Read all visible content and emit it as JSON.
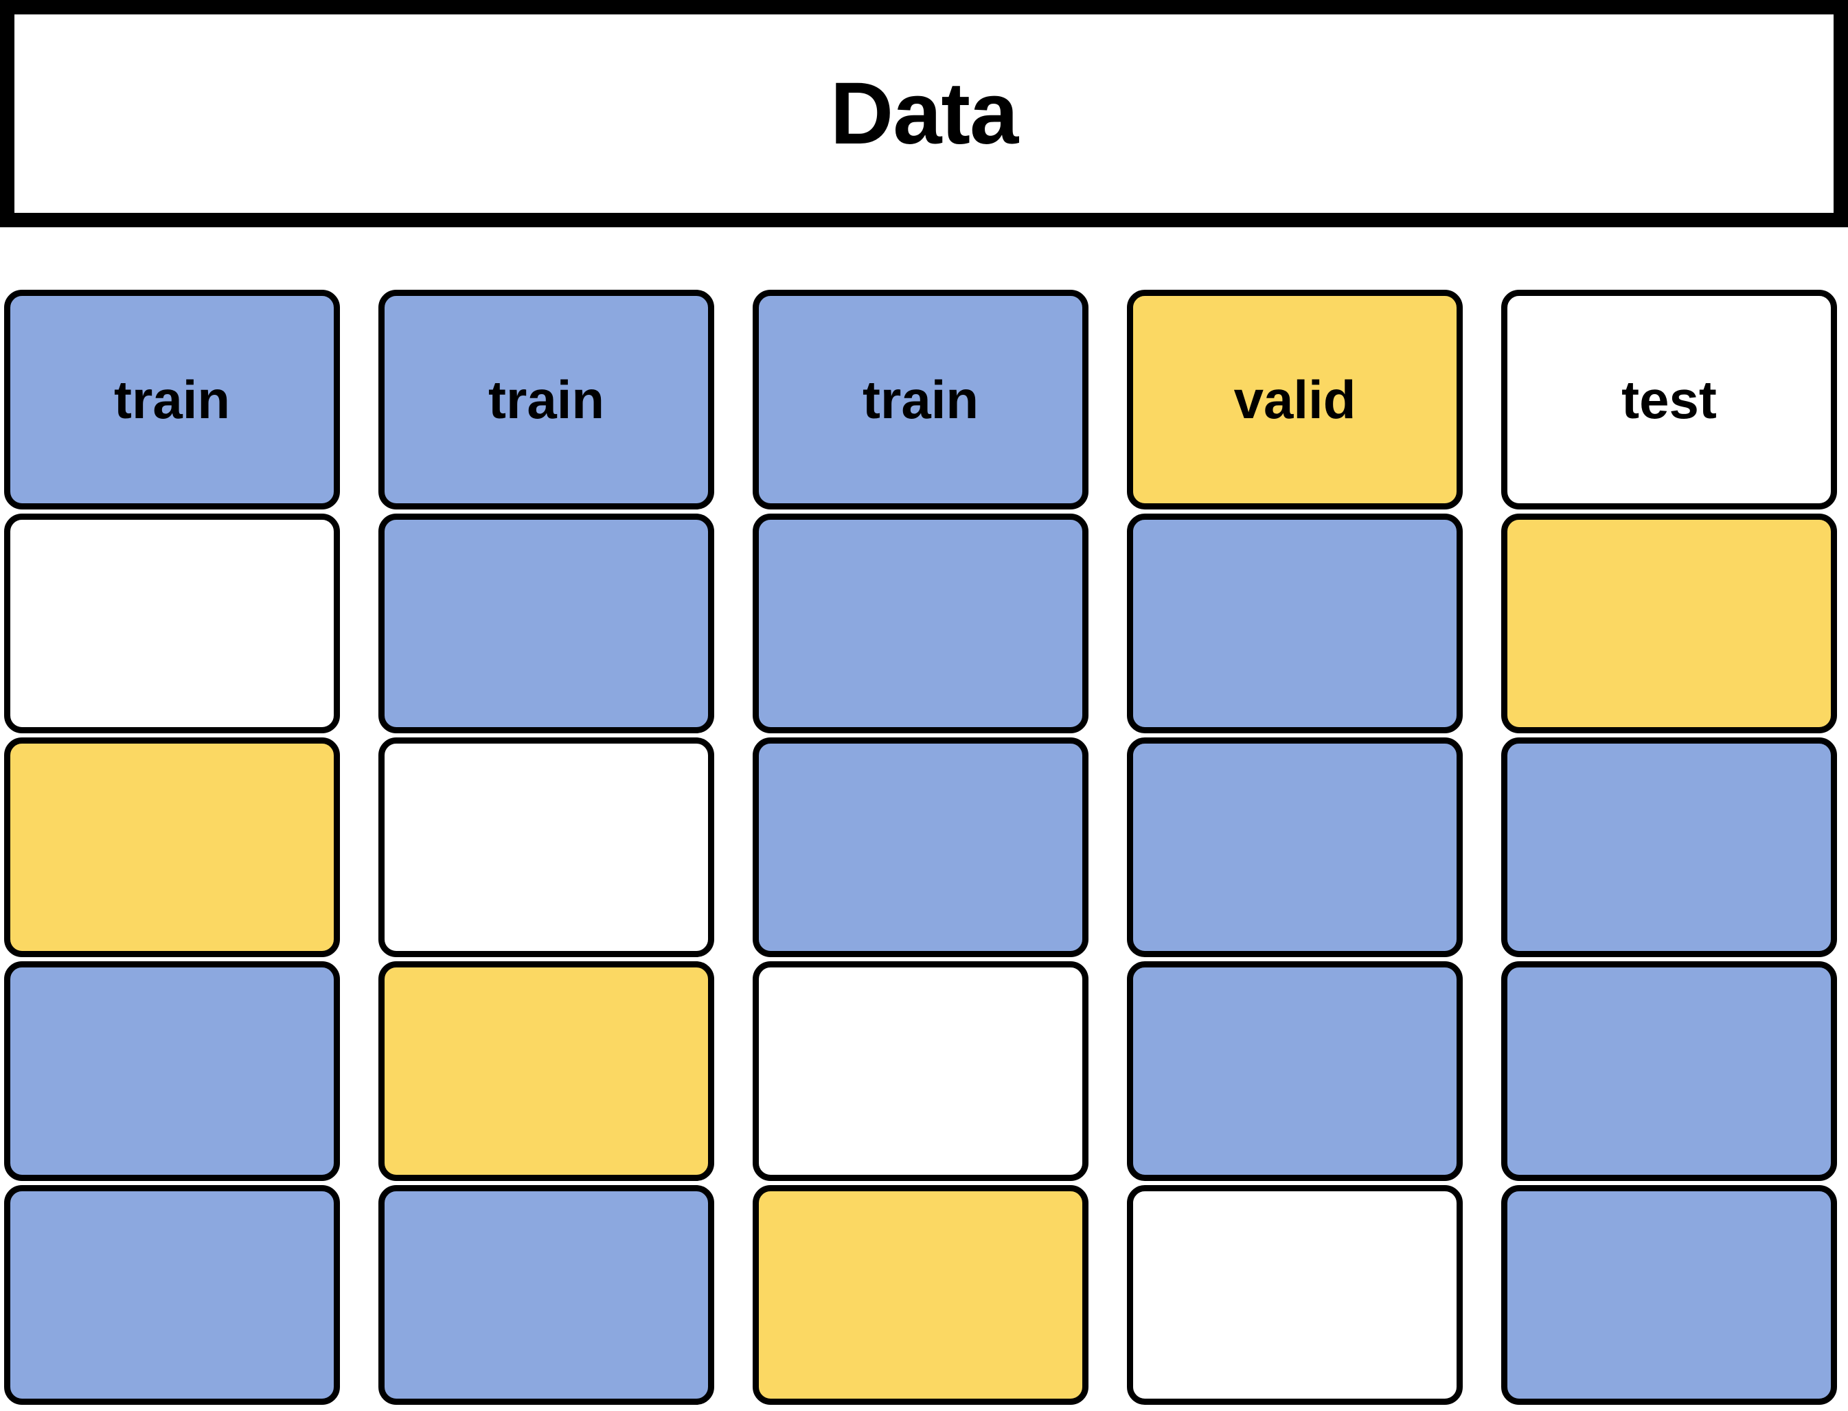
{
  "header": {
    "title": "Data"
  },
  "palette": {
    "train": "#8ca8df",
    "valid": "#fbd863",
    "test": "#ffffff",
    "border": "#000000",
    "background": "#ffffff"
  },
  "legend_labels": {
    "train": "train",
    "valid": "valid",
    "test": "test"
  },
  "grid": {
    "columns": 5,
    "rows": 5,
    "cells": [
      {
        "row": 1,
        "col": 1,
        "role": "train",
        "label": "train"
      },
      {
        "row": 1,
        "col": 2,
        "role": "train",
        "label": "train"
      },
      {
        "row": 1,
        "col": 3,
        "role": "train",
        "label": "train"
      },
      {
        "row": 1,
        "col": 4,
        "role": "valid",
        "label": "valid"
      },
      {
        "row": 1,
        "col": 5,
        "role": "test",
        "label": "test"
      },
      {
        "row": 2,
        "col": 1,
        "role": "test",
        "label": ""
      },
      {
        "row": 2,
        "col": 2,
        "role": "train",
        "label": ""
      },
      {
        "row": 2,
        "col": 3,
        "role": "train",
        "label": ""
      },
      {
        "row": 2,
        "col": 4,
        "role": "train",
        "label": ""
      },
      {
        "row": 2,
        "col": 5,
        "role": "valid",
        "label": ""
      },
      {
        "row": 3,
        "col": 1,
        "role": "valid",
        "label": ""
      },
      {
        "row": 3,
        "col": 2,
        "role": "test",
        "label": ""
      },
      {
        "row": 3,
        "col": 3,
        "role": "train",
        "label": ""
      },
      {
        "row": 3,
        "col": 4,
        "role": "train",
        "label": ""
      },
      {
        "row": 3,
        "col": 5,
        "role": "train",
        "label": ""
      },
      {
        "row": 4,
        "col": 1,
        "role": "train",
        "label": ""
      },
      {
        "row": 4,
        "col": 2,
        "role": "valid",
        "label": ""
      },
      {
        "row": 4,
        "col": 3,
        "role": "test",
        "label": ""
      },
      {
        "row": 4,
        "col": 4,
        "role": "train",
        "label": ""
      },
      {
        "row": 4,
        "col": 5,
        "role": "train",
        "label": ""
      },
      {
        "row": 5,
        "col": 1,
        "role": "train",
        "label": ""
      },
      {
        "row": 5,
        "col": 2,
        "role": "train",
        "label": ""
      },
      {
        "row": 5,
        "col": 3,
        "role": "valid",
        "label": ""
      },
      {
        "row": 5,
        "col": 4,
        "role": "test",
        "label": ""
      },
      {
        "row": 5,
        "col": 5,
        "role": "train",
        "label": ""
      }
    ]
  }
}
